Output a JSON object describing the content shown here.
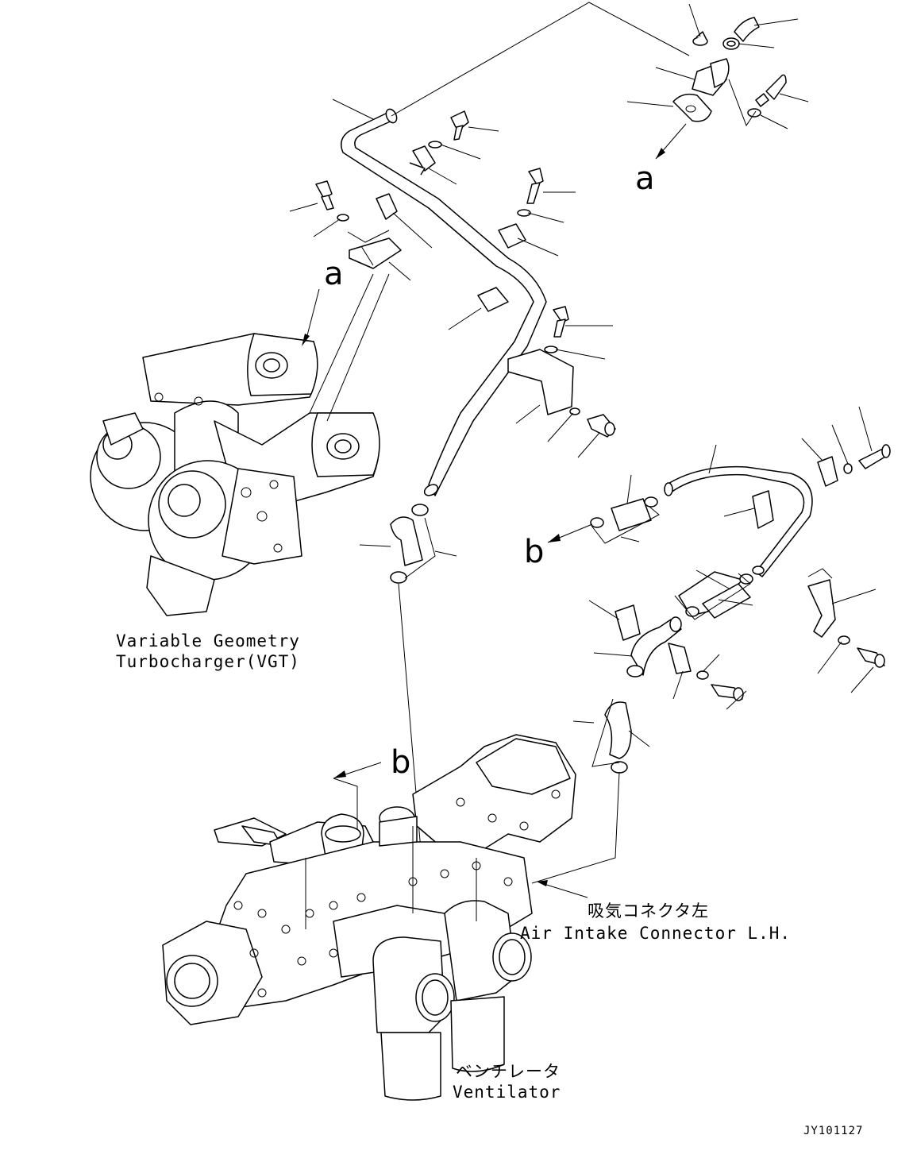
{
  "callouts": {
    "vgt_line1": "Variable Geometry",
    "vgt_line2": "Turbocharger(VGT)",
    "connector_jp": "吸気コネクタ左",
    "connector_en": "Air Intake Connector L.H.",
    "ventilator_jp": "ベンチレータ",
    "ventilator_en": "Ventilator"
  },
  "refs": {
    "a_top": "a",
    "a_left": "a",
    "b_right": "b",
    "b_bottom": "b"
  },
  "drawing_code": "JY101127"
}
